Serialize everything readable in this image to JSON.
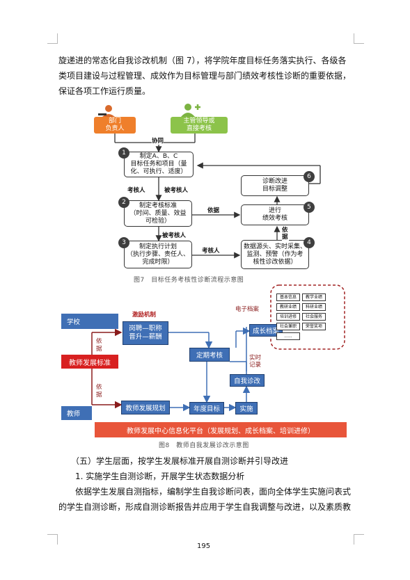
{
  "paragraph_top": [
    "旋递进的常态化自我诊改机制（图 7），将学院年度目标任务落实执行、各级各",
    "类项目建设与过程管理、成效作为目标管理与部门绩效考核性诊断的重要依据，",
    "保证各项工作运行质量。"
  ],
  "fig7": {
    "dept_head": "部门\n负责人",
    "supervisor": "主管领导或\n直接考核",
    "coop": "协同",
    "step1": "制定A、B、C\n目标任务和项目（量\n化、可执行、适度）",
    "assessor": "考核人",
    "assessee": "被考核人",
    "step2": "制定考核标准\n（时间、质量、效益\n可检验）",
    "basis": "依据",
    "assessee2": "被考核人",
    "step3": "制定执行计划\n（执行步骤、责任人、\n完成时限）",
    "assessor2": "考核人",
    "step4": "数据源头、实时采集、\n监测、预警（作为考\n核性诊改依据）",
    "basis2": "依据",
    "step5": "进行\n绩效考核",
    "step6": "诊断改进\n目标调整",
    "nums": [
      "1",
      "2",
      "3",
      "4",
      "5",
      "6"
    ],
    "caption": "图7　目标任务考核性诊断流程示意图"
  },
  "fig8": {
    "school": "学校",
    "incentive": "激励机制",
    "promotion": "岗聘—职称\n晋升—薪酬",
    "basis_top": "依\n据",
    "standard": "教师发展标准",
    "basis_bottom": "依\n据",
    "teacher": "教师",
    "e_archive": "电子档案",
    "growth": "成长档案",
    "cells": [
      "基本信息",
      "教学业绩",
      "教研业绩",
      "科研业绩",
      "培训进修",
      "社会服务",
      "社会兼职",
      "荣誉奖项",
      "......"
    ],
    "periodic": "定期考核",
    "realtime": "实时\n记录",
    "self_diag": "自我诊改",
    "plan": "教师发展规划",
    "annual": "年度目标",
    "implement": "实施",
    "platform": "教师发展中心信息化平台（发展规划、成长档案、培训进修）",
    "caption": "图8　教师自我发展诊改示意图"
  },
  "paragraph_bottom": [
    "（五）学生层面，按学生发展标准开展自测诊断并引导改进",
    "1. 实施学生自测诊断，开展学生状态数据分析",
    "依据学生发展自测指标，编制学生自我诊断问表，面向全体学生实施问表式",
    "的学生自测诊断，形成自测诊断报告并应用于学生自我调整与改进，以及素质教"
  ],
  "page_number": "195",
  "colors": {
    "orange": "#ef7f2b",
    "green": "#8cc34a",
    "blue": "#3f6fb5",
    "red": "#d82020",
    "platform": "#e8553a",
    "dashed": "#a02020"
  }
}
